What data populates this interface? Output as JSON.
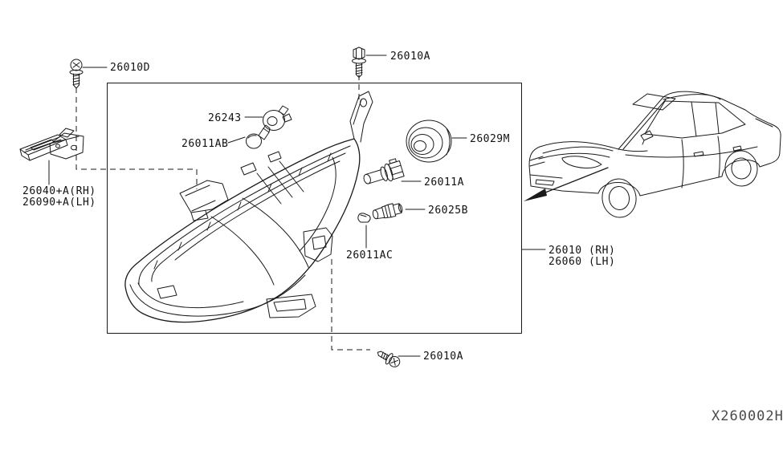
{
  "diagram": {
    "type": "automotive-parts-line-diagram",
    "subject": "headlamp assembly",
    "drawing_code": "X260002H"
  },
  "labels": {
    "screw_top_left": "26010D",
    "bolt_top": "26010A",
    "socket_grommet": "26243",
    "signal_bulb": "26011AB",
    "seal_cap": "26029M",
    "headlamp_bulb": "26011A",
    "bulb_socket": "26025B",
    "clearance_bulb": "26011AC",
    "bracket_rh": "26040+A(RH)",
    "bracket_lh": "26090+A(LH)",
    "headlamp_assy_rh": "26010 (RH)",
    "headlamp_assy_lh": "26060 (LH)",
    "screw_bottom": "26010A",
    "drawing_code": "X260002H"
  },
  "colors": {
    "line": "#1a1a1a",
    "background": "#ffffff",
    "code_text": "#4a4a4a"
  },
  "icons": {
    "screw_top_left": "pan-head-screw-icon",
    "bolt_top": "hex-bolt-icon",
    "socket_grommet": "bulb-socket-grommet-icon",
    "signal_bulb": "wedge-bulb-icon",
    "seal_cap": "rubber-seal-cap-icon",
    "headlamp_bulb": "halogen-bulb-icon",
    "bulb_socket": "bulb-socket-icon",
    "clearance_bulb": "mini-wedge-bulb-icon",
    "bracket": "mounting-bracket-icon",
    "screw_bottom": "pan-head-screw-icon",
    "main_drawing": "headlamp-assembly-drawing",
    "vehicle": "sedan-car-drawing"
  }
}
